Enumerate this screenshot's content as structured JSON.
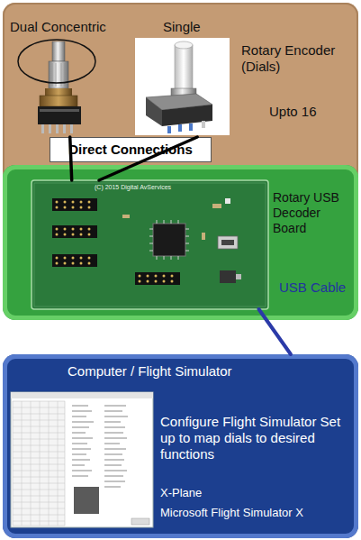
{
  "diagram": {
    "nodes": [
      {
        "text": [
          "Rotary Encoder (Dials)",
          "Upto 16"
        ]
      },
      {
        "text": [
          "Dual Concentric"
        ],
        "in": 0
      },
      {
        "text": [
          "Single"
        ],
        "in": 0
      },
      {
        "text": [
          "Direct Connections"
        ]
      },
      {
        "text": [
          "Rotary USB Decoder Board"
        ]
      },
      {
        "text": [
          "(C) 2015 Digital AvServices"
        ],
        "in": 4
      },
      {
        "text": [
          "Computer / Flight Simulator",
          "Configure Flight Simulator Set up to map dials to desired functions",
          "X-Plane",
          "Microsoft Flight Simulator X"
        ]
      }
    ],
    "edges": [
      {
        "from": 1,
        "to": 5,
        "arrow": "none"
      },
      {
        "from": 2,
        "to": 5,
        "arrow": "none"
      },
      {
        "from": 5,
        "to": 6,
        "label": "USB Cable",
        "arrow": "none"
      }
    ]
  }
}
